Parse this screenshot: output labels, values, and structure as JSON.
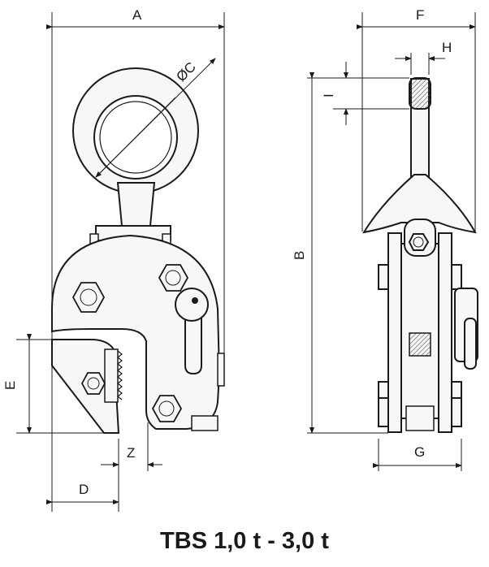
{
  "title": "TBS 1,0 t - 3,0 t",
  "dimensions": {
    "A": "A",
    "B": "B",
    "C": "ØC",
    "D": "D",
    "E": "E",
    "F": "F",
    "G": "G",
    "H": "H",
    "I": "I",
    "Z": "Z"
  },
  "colors": {
    "line": "#1a1a1a",
    "fill": "#f7f7f7",
    "hatch": "#555555"
  }
}
